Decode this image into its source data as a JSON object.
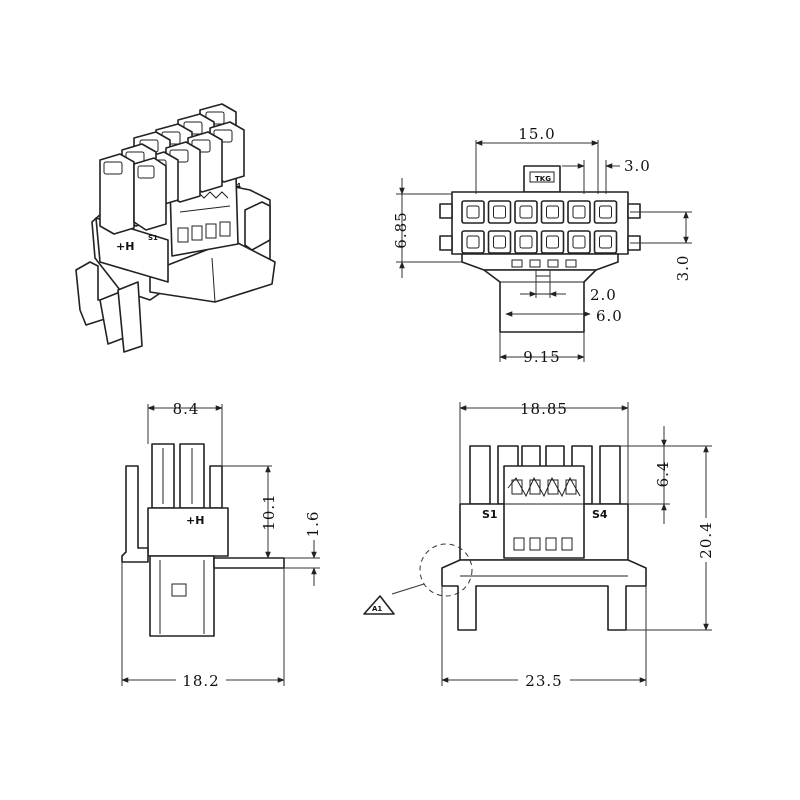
{
  "figure": {
    "views": {
      "top_view": {
        "dims": {
          "width_top": "15.0",
          "tab_right": "3.0",
          "height_left": "6.85",
          "pitch_right": "3.0",
          "tab_slot": "2.0",
          "latch_width": "6.0",
          "base_width": "9.15"
        },
        "tab_label": "TKG",
        "cavity_rows": 2,
        "cavity_cols": 6
      },
      "side_view": {
        "dims": {
          "width_top": "8.4",
          "height_mid": "10.1",
          "latch_thickness": "1.6",
          "overall_width": "18.2"
        },
        "marking": "+H"
      },
      "front_view": {
        "dims": {
          "width_top": "18.85",
          "top_height": "6.4",
          "overall_height": "20.4",
          "overall_width": "23.5"
        },
        "label_s1": "S1",
        "label_s4": "S4",
        "detail_label": "A1"
      },
      "iso_view": {
        "label_s1": "S1",
        "label_s4": "4",
        "marking": "+H"
      }
    }
  }
}
